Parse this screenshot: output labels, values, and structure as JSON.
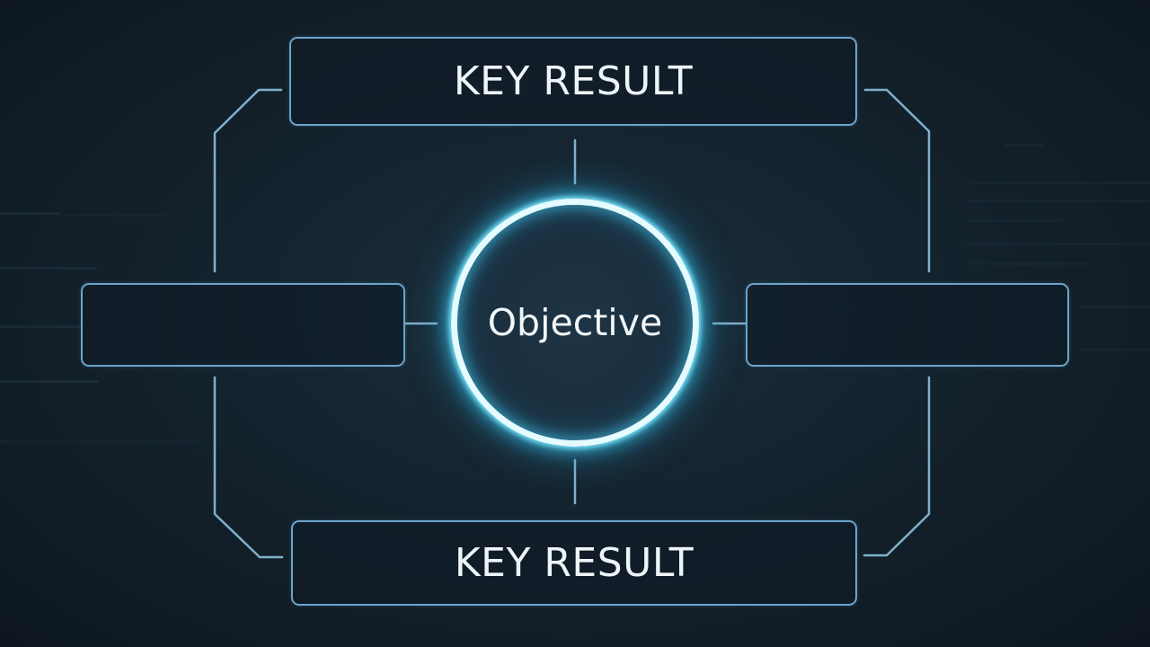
{
  "diagram": {
    "type": "okr-hub",
    "center": {
      "label": "Objective",
      "shape": "glowing-circle"
    },
    "nodes": [
      {
        "id": "top",
        "label": "KEY RESULT",
        "position": "top"
      },
      {
        "id": "left",
        "label": "",
        "position": "left"
      },
      {
        "id": "right",
        "label": "",
        "position": "right"
      },
      {
        "id": "bottom",
        "label": "KEY RESULT",
        "position": "bottom"
      }
    ],
    "edges": [
      {
        "from": "center",
        "to": "top"
      },
      {
        "from": "center",
        "to": "left"
      },
      {
        "from": "center",
        "to": "right"
      },
      {
        "from": "center",
        "to": "bottom"
      },
      {
        "from": "top",
        "to": "left",
        "style": "bracket"
      },
      {
        "from": "top",
        "to": "right",
        "style": "bracket"
      },
      {
        "from": "bottom",
        "to": "left",
        "style": "bracket"
      },
      {
        "from": "bottom",
        "to": "right",
        "style": "bracket"
      }
    ]
  },
  "colors": {
    "background": "#121f29",
    "box_border": "#6aa4cc",
    "connector": "#7fb0cc",
    "glow": "#5fd8f5",
    "text": "#eef4f8"
  }
}
